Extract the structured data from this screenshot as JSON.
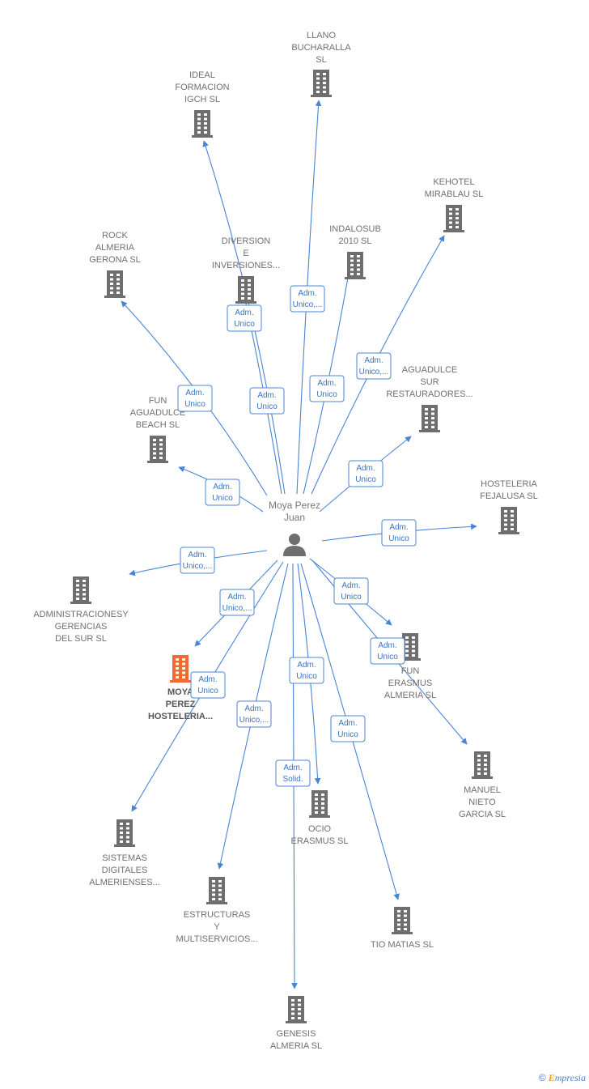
{
  "colors": {
    "edge": "#4a84d6",
    "building": "#6e6e6e",
    "building_highlight": "#f06a35",
    "person": "#6e6e6e"
  },
  "center": {
    "name_lines": [
      "Moya Perez",
      "Juan"
    ],
    "icon": "person-icon"
  },
  "companies": [
    {
      "id": "llano",
      "lines": [
        "LLANO",
        "BUCHARALLA",
        "SL"
      ]
    },
    {
      "id": "ideal",
      "lines": [
        "IDEAL",
        "FORMACION",
        "IGCH  SL"
      ]
    },
    {
      "id": "kehotel",
      "lines": [
        "KEHOTEL",
        "MIRABLAU SL"
      ]
    },
    {
      "id": "indalosub",
      "lines": [
        "INDALOSUB",
        "2010 SL"
      ]
    },
    {
      "id": "diversion",
      "lines": [
        "DIVERSION",
        "E",
        "INVERSIONES..."
      ]
    },
    {
      "id": "rock",
      "lines": [
        "ROCK",
        "ALMERIA",
        "GERONA  SL"
      ]
    },
    {
      "id": "aguadulce",
      "lines": [
        "AGUADULCE",
        "SUR",
        "RESTAURADORES..."
      ]
    },
    {
      "id": "funaguadulce",
      "lines": [
        "FUN",
        "AGUADULCE",
        "BEACH  SL"
      ]
    },
    {
      "id": "fejalusa",
      "lines": [
        "HOSTELERIA",
        "FEJALUSA  SL"
      ]
    },
    {
      "id": "administraciones",
      "lines": [
        "ADMINISTRACIONESY",
        "GERENCIAS",
        "DEL SUR  SL"
      ]
    },
    {
      "id": "moya",
      "lines": [
        "MOYA",
        "PEREZ",
        "HOSTELERIA..."
      ],
      "highlight": true
    },
    {
      "id": "funerasmus",
      "lines": [
        "FUN",
        "ERASMUS",
        "ALMERIA  SL"
      ]
    },
    {
      "id": "manuel",
      "lines": [
        "MANUEL",
        "NIETO",
        "GARCIA SL"
      ]
    },
    {
      "id": "sistemas",
      "lines": [
        "SISTEMAS",
        "DIGITALES",
        "ALMERIENSES..."
      ]
    },
    {
      "id": "ocio",
      "lines": [
        "OCIO",
        "ERASMUS  SL"
      ]
    },
    {
      "id": "estructuras",
      "lines": [
        "ESTRUCTURAS",
        "Y",
        "MULTISERVICIOS..."
      ]
    },
    {
      "id": "tiomatias",
      "lines": [
        "TIO MATIAS SL"
      ]
    },
    {
      "id": "genesis",
      "lines": [
        "GENESIS",
        "ALMERIA  SL"
      ]
    }
  ],
  "edges": [
    {
      "to": "llano",
      "label": [
        "Adm.",
        "Unico,..."
      ]
    },
    {
      "to": "ideal",
      "label": [
        "Adm.",
        "Unico"
      ]
    },
    {
      "to": "diversion",
      "label": [
        "Adm.",
        "Unico"
      ]
    },
    {
      "to": "kehotel",
      "label": [
        "Adm.",
        "Unico,..."
      ]
    },
    {
      "to": "indalosub",
      "label": [
        "Adm.",
        "Unico"
      ]
    },
    {
      "to": "rock",
      "label": [
        "Adm.",
        "Unico"
      ]
    },
    {
      "to": "aguadulce",
      "label": [
        "Adm.",
        "Unico"
      ]
    },
    {
      "to": "funaguadulce",
      "label": [
        "Adm.",
        "Unico"
      ]
    },
    {
      "to": "fejalusa",
      "label": [
        "Adm.",
        "Unico"
      ]
    },
    {
      "to": "administraciones",
      "label": [
        "Adm.",
        "Unico,..."
      ]
    },
    {
      "to": "moya",
      "label": [
        "Adm.",
        "Unico,..."
      ]
    },
    {
      "to": "funerasmus",
      "label": [
        "Adm.",
        "Unico"
      ]
    },
    {
      "to": "manuel",
      "label": [
        "Adm.",
        "Unico"
      ]
    },
    {
      "to": "sistemas",
      "label": [
        "Adm.",
        "Unico"
      ]
    },
    {
      "to": "ocio",
      "label": [
        "Adm.",
        "Unico"
      ]
    },
    {
      "to": "estructuras",
      "label": [
        "Adm.",
        "Unico,..."
      ]
    },
    {
      "to": "tiomatias",
      "label": [
        "Adm.",
        "Unico"
      ]
    },
    {
      "to": "genesis",
      "label": [
        "Adm.",
        "Solid."
      ]
    }
  ],
  "watermark": {
    "symbol": "©",
    "brand_first": "E",
    "brand_rest": "mpresia"
  }
}
